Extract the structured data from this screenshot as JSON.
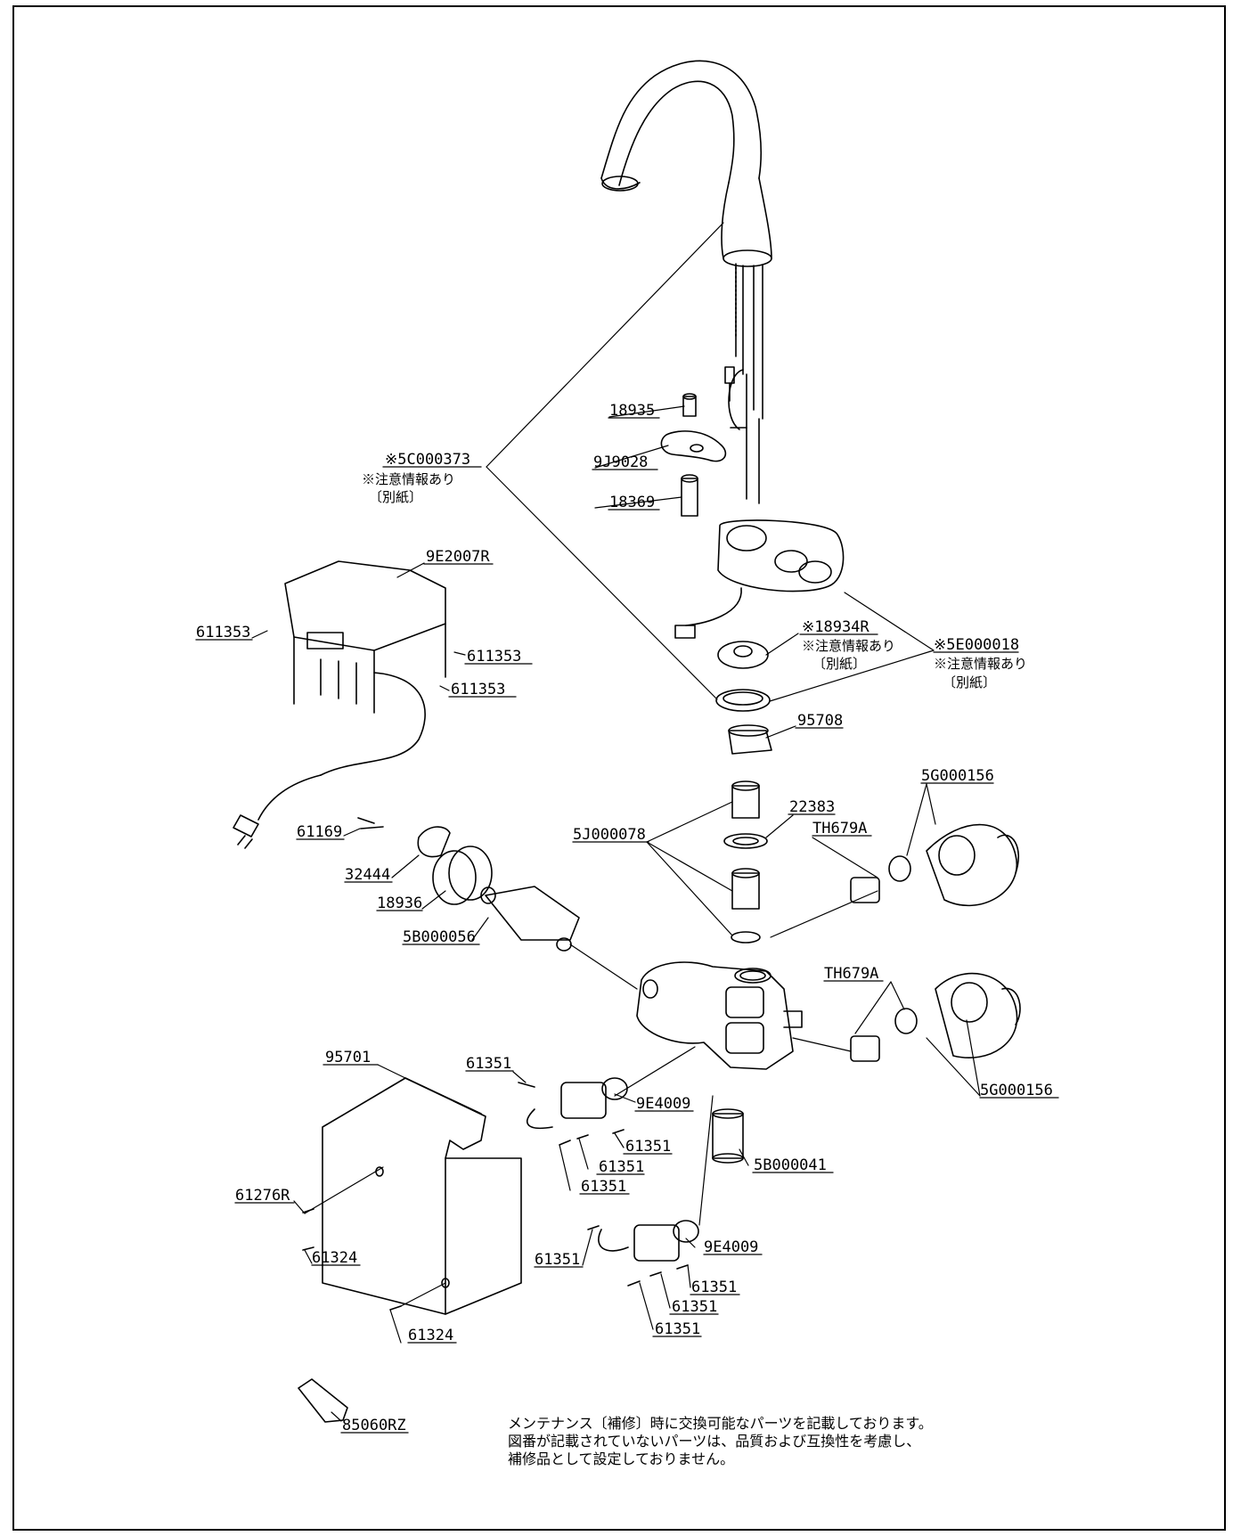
{
  "drawing": {
    "labels": [
      {
        "id": "faucet-body",
        "text": "※5C000373",
        "sub1": "※注意情報あり",
        "sub2": "〔別紙〕"
      },
      {
        "id": "p18935",
        "text": "18935"
      },
      {
        "id": "p9J9028",
        "text": "9J9028"
      },
      {
        "id": "p18369",
        "text": "18369"
      },
      {
        "id": "p9E2007R",
        "text": "9E2007R"
      },
      {
        "id": "p611353a",
        "text": "611353"
      },
      {
        "id": "p611353b",
        "text": "611353"
      },
      {
        "id": "p611353c",
        "text": "611353"
      },
      {
        "id": "p18934R",
        "text": "※18934R",
        "sub1": "※注意情報あり",
        "sub2": "〔別紙〕"
      },
      {
        "id": "p5E000018",
        "text": "※5E000018",
        "sub1": "※注意情報あり",
        "sub2": "〔別紙〕"
      },
      {
        "id": "p95708",
        "text": "95708"
      },
      {
        "id": "p5G000156a",
        "text": "5G000156"
      },
      {
        "id": "p22383",
        "text": "22383"
      },
      {
        "id": "pTH679Aa",
        "text": "TH679A"
      },
      {
        "id": "p5J000078",
        "text": "5J000078"
      },
      {
        "id": "p61169",
        "text": "61169"
      },
      {
        "id": "p32444",
        "text": "32444"
      },
      {
        "id": "p18936",
        "text": "18936"
      },
      {
        "id": "p5B000056",
        "text": "5B000056"
      },
      {
        "id": "pTH679Ab",
        "text": "TH679A"
      },
      {
        "id": "p5G000156b",
        "text": "5G000156"
      },
      {
        "id": "p95701",
        "text": "95701"
      },
      {
        "id": "p61351a",
        "text": "61351"
      },
      {
        "id": "p9E4009a",
        "text": "9E4009"
      },
      {
        "id": "p61351b",
        "text": "61351"
      },
      {
        "id": "p61351c",
        "text": "61351"
      },
      {
        "id": "p61351d",
        "text": "61351"
      },
      {
        "id": "p5B000041",
        "text": "5B000041"
      },
      {
        "id": "p61276R",
        "text": "61276R"
      },
      {
        "id": "p61324a",
        "text": "61324"
      },
      {
        "id": "p61324b",
        "text": "61324"
      },
      {
        "id": "p61351e",
        "text": "61351"
      },
      {
        "id": "p9E4009b",
        "text": "9E4009"
      },
      {
        "id": "p61351f",
        "text": "61351"
      },
      {
        "id": "p61351g",
        "text": "61351"
      },
      {
        "id": "p61351h",
        "text": "61351"
      },
      {
        "id": "p85060RZ",
        "text": "85060RZ"
      }
    ],
    "footnote": [
      "メンテナンス〔補修〕時に交換可能なパーツを記載しております。",
      "図番が記載されていないパーツは、品質および互換性を考慮し、",
      "補修品として設定しておりません。"
    ]
  }
}
